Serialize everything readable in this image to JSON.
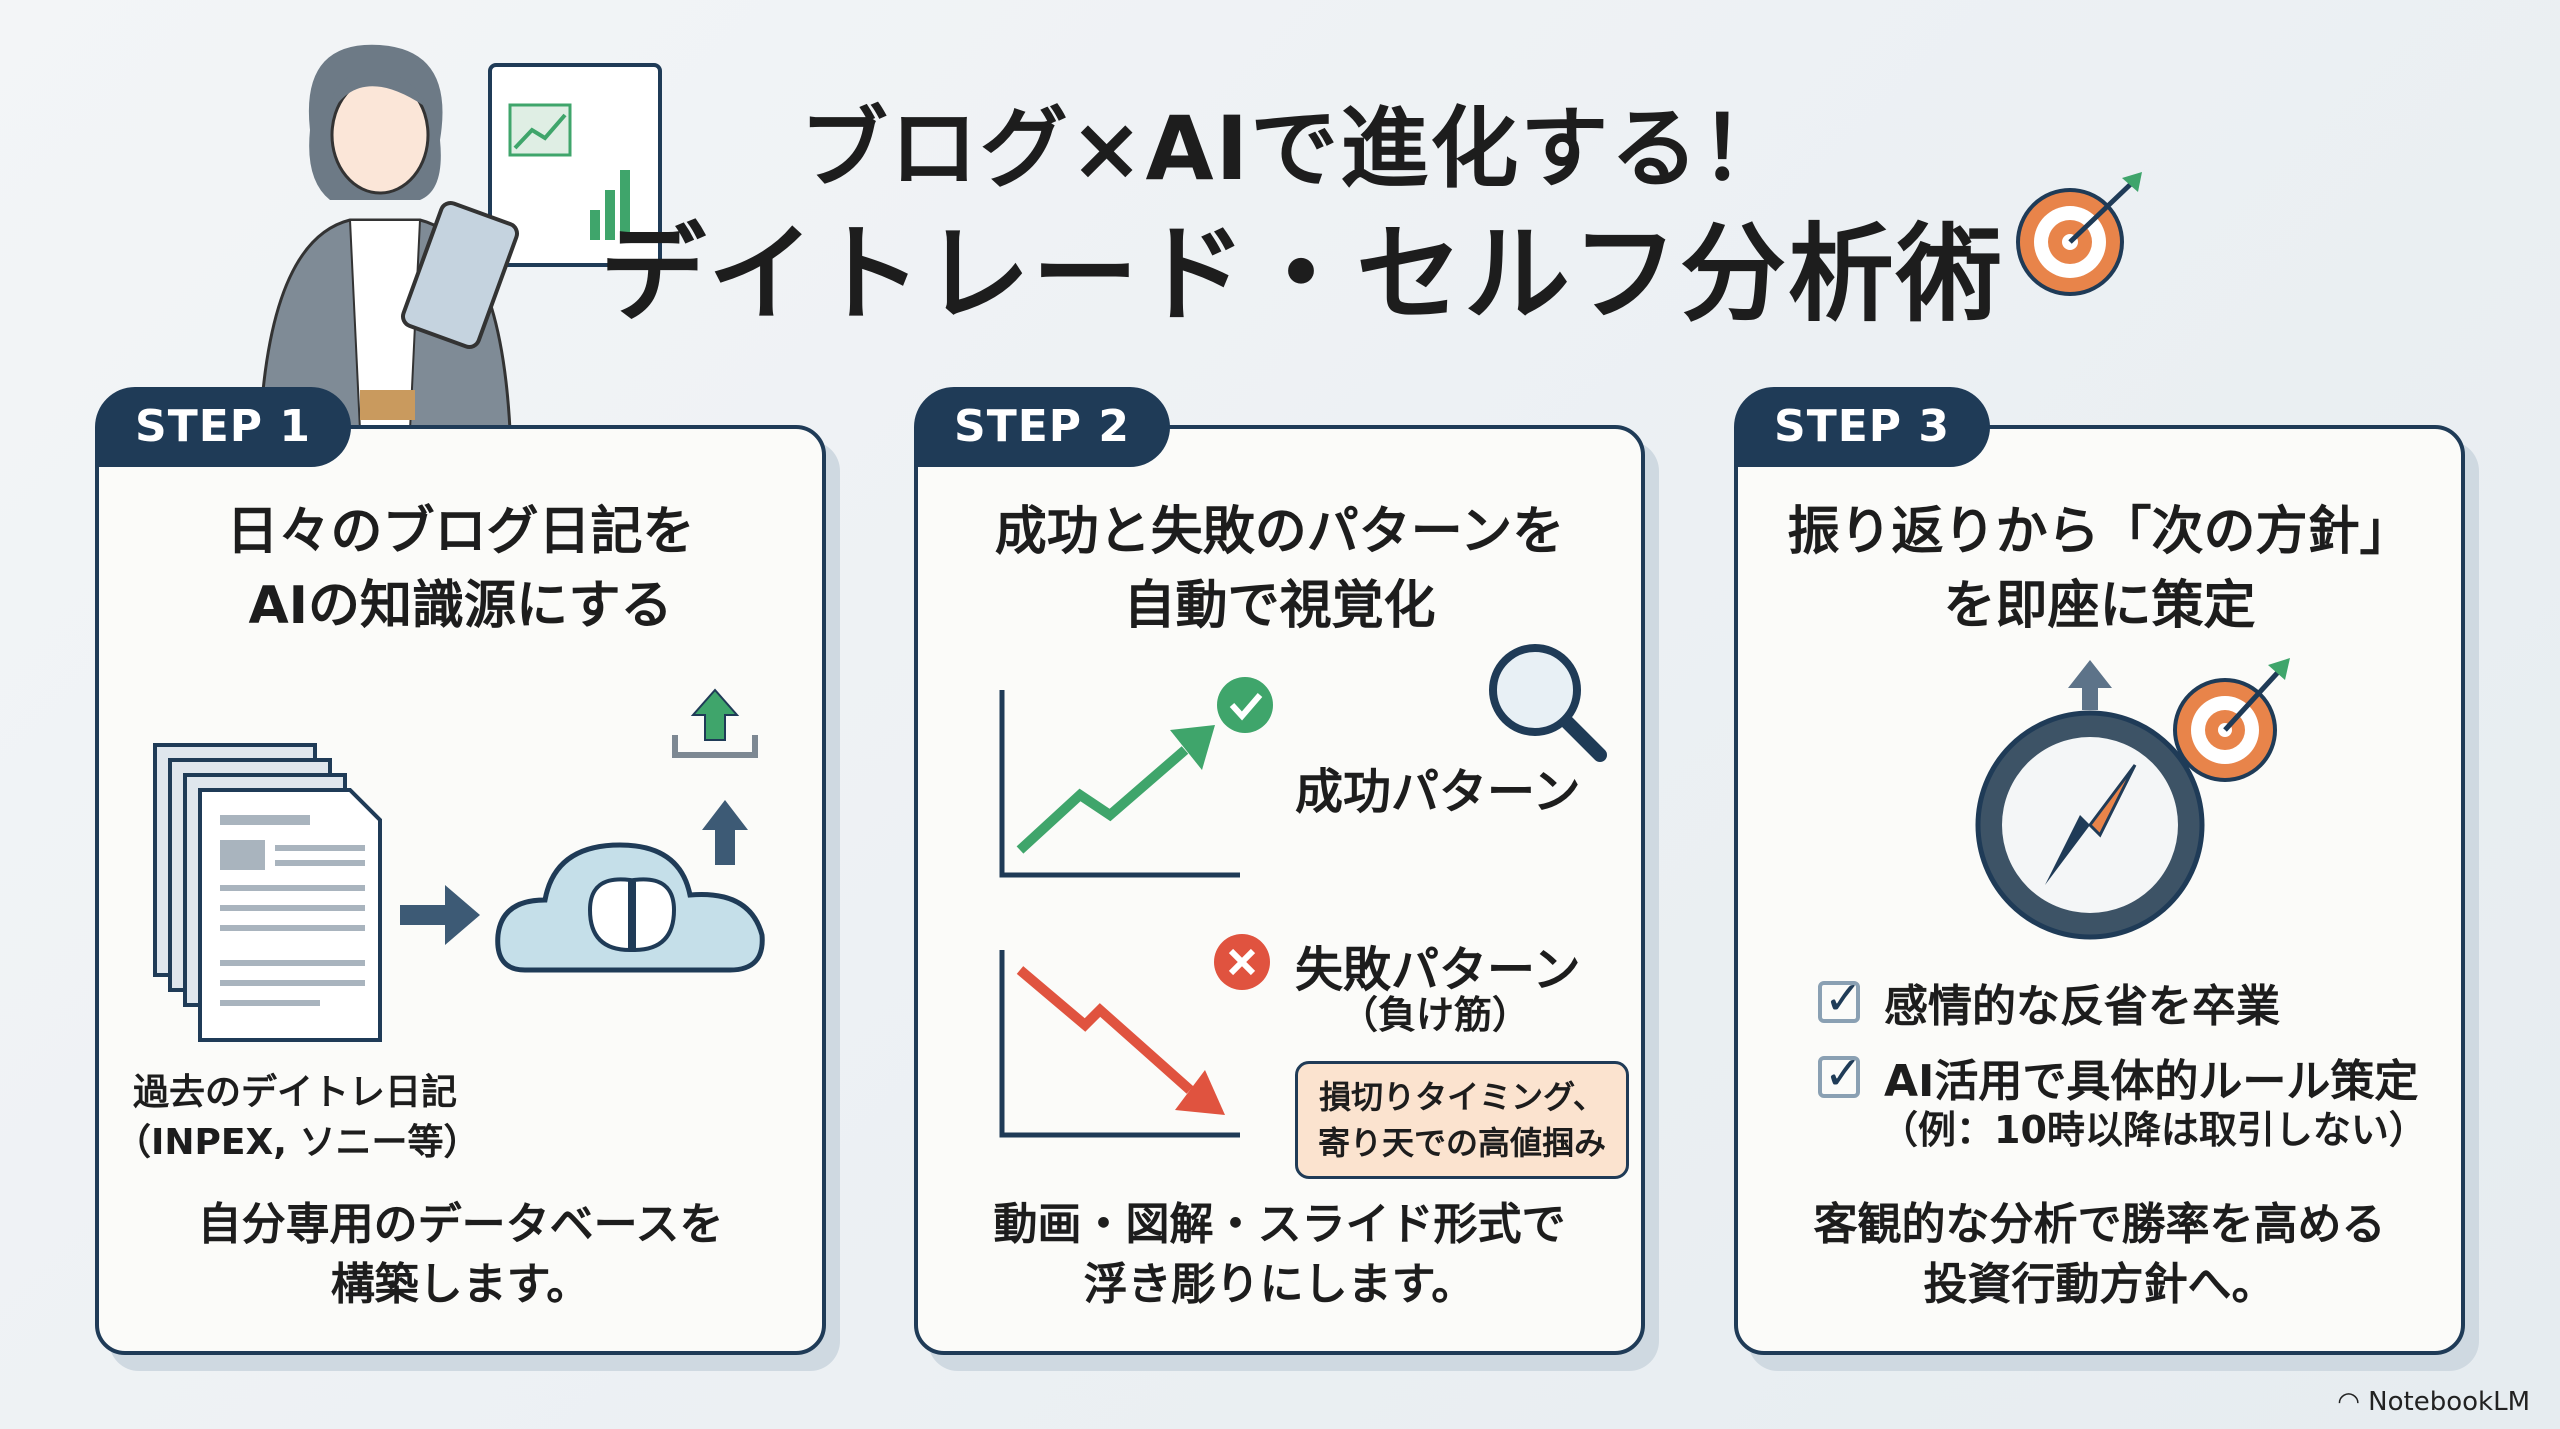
{
  "title": {
    "line1": "ブログ×AIで進化する！",
    "line2": "デイトレード・セルフ分析術"
  },
  "steps": [
    {
      "badge": "STEP 1",
      "heading": [
        "日々のブログ日記を",
        "AIの知識源にする"
      ],
      "caption": [
        "過去のデイトレ日記",
        "（INPEX, ソニー等）"
      ],
      "footer": [
        "自分専用のデータベースを",
        "構築します。"
      ]
    },
    {
      "badge": "STEP 2",
      "heading": [
        "成功と失敗のパターンを",
        "自動で視覚化"
      ],
      "success_label": "成功パターン",
      "fail_label": "失敗パターン",
      "fail_sub": "（負け筋）",
      "callout": [
        "損切りタイミング、",
        "寄り天での高値掴み"
      ],
      "footer": [
        "動画・図解・スライド形式で",
        "浮き彫りにします。"
      ]
    },
    {
      "badge": "STEP 3",
      "heading": [
        "振り返りから「次の方針」",
        "を即座に策定"
      ],
      "checklist": [
        "感情的な反省を卒業",
        "AI活用で具体的ルール策定"
      ],
      "example": "（例：10時以降は取引しない）",
      "footer": [
        "客観的な分析で勝率を高める",
        "投資行動方針へ。"
      ]
    }
  ],
  "branding": "NotebookLM",
  "colors": {
    "navy": "#1f3b57",
    "green": "#3fa56b",
    "red": "#e0533f",
    "orange": "#e8844a"
  }
}
